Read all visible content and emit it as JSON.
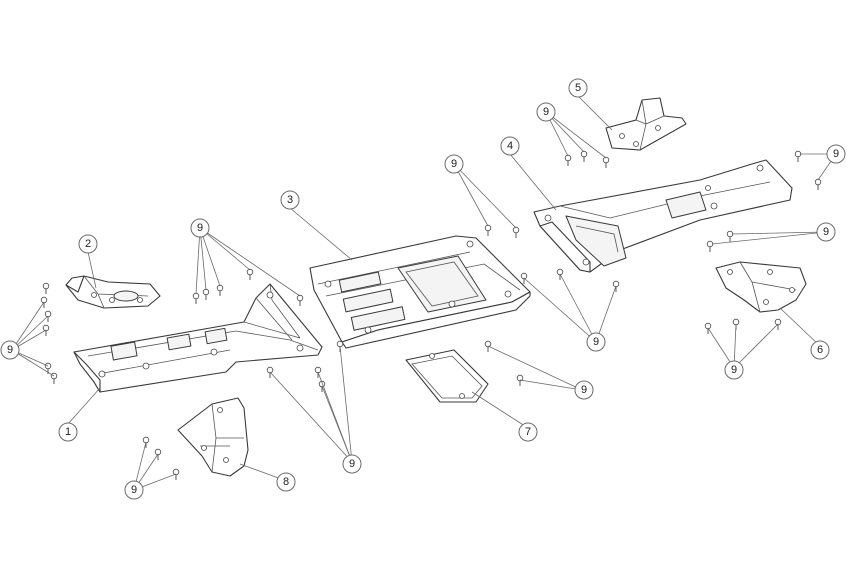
{
  "diagram": {
    "callouts": [
      {
        "id": "c1",
        "label": "1"
      },
      {
        "id": "c2",
        "label": "2"
      },
      {
        "id": "c3",
        "label": "3"
      },
      {
        "id": "c4",
        "label": "4"
      },
      {
        "id": "c5",
        "label": "5"
      },
      {
        "id": "c6",
        "label": "6"
      },
      {
        "id": "c7",
        "label": "7"
      },
      {
        "id": "c8",
        "label": "8"
      },
      {
        "id": "c9a",
        "label": "9"
      },
      {
        "id": "c9b",
        "label": "9"
      },
      {
        "id": "c9c",
        "label": "9"
      },
      {
        "id": "c9d",
        "label": "9"
      },
      {
        "id": "c9e",
        "label": "9"
      },
      {
        "id": "c9f",
        "label": "9"
      },
      {
        "id": "c9g",
        "label": "9"
      },
      {
        "id": "c9h",
        "label": "9"
      },
      {
        "id": "c9i",
        "label": "9"
      },
      {
        "id": "c9j",
        "label": "9"
      },
      {
        "id": "c9k",
        "label": "9"
      }
    ]
  }
}
